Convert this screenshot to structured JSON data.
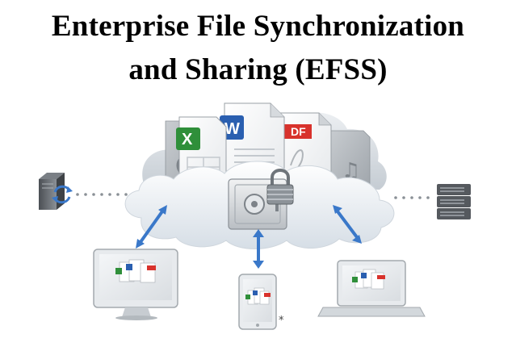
{
  "title": {
    "line1": "Enterprise File Synchronization",
    "line2": "and Sharing (EFSS)"
  },
  "icons": {
    "excel": "X",
    "word": "W",
    "pdf": "DF",
    "footnote_mark": "*"
  },
  "colors": {
    "excel_green": "#2f8f3a",
    "word_blue": "#2a5fb0",
    "pdf_red": "#d8322c",
    "arrow_blue": "#3a78c9",
    "cloud_top": "#ffffff",
    "cloud_bottom": "#dbe3ea"
  }
}
